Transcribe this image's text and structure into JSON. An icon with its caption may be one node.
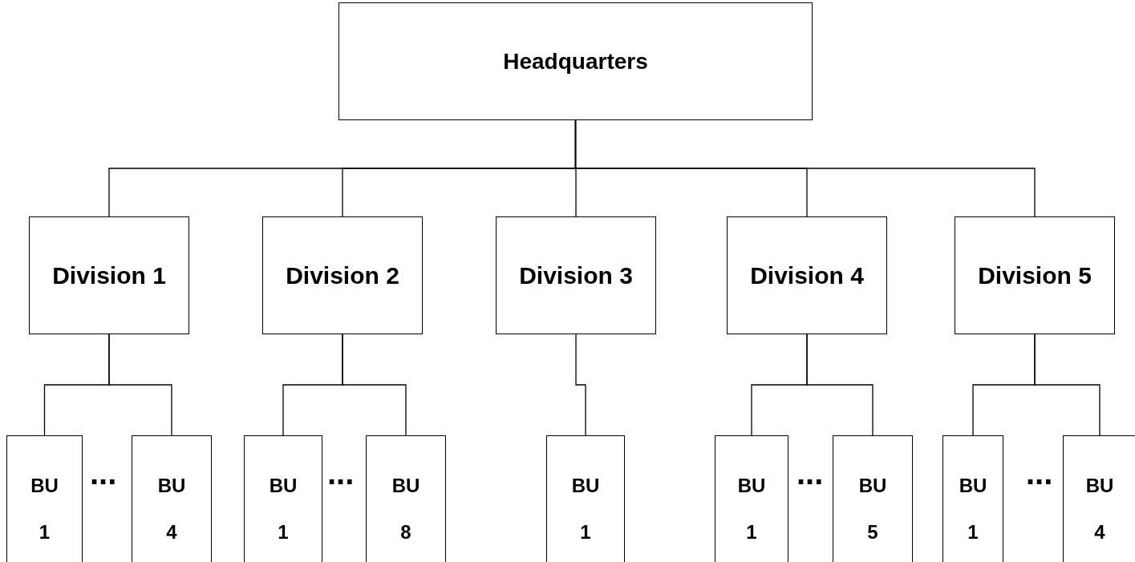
{
  "diagram": {
    "nodes": [
      {
        "text": [
          "Headquarters"
        ]
      },
      {
        "text": [
          "Division 1"
        ]
      },
      {
        "text": [
          "Division 2"
        ]
      },
      {
        "text": [
          "Division 3"
        ]
      },
      {
        "text": [
          "Division 4"
        ]
      },
      {
        "text": [
          "Division 5"
        ]
      },
      {
        "text": [
          "BU",
          "1"
        ]
      },
      {
        "text": [
          "BU",
          "4"
        ]
      },
      {
        "text": [
          "BU",
          "1"
        ]
      },
      {
        "text": [
          "BU",
          "8"
        ]
      },
      {
        "text": [
          "BU",
          "1"
        ]
      },
      {
        "text": [
          "BU",
          "1"
        ]
      },
      {
        "text": [
          "BU",
          "5"
        ]
      },
      {
        "text": [
          "BU",
          "1"
        ]
      },
      {
        "text": [
          "BU",
          "4"
        ]
      }
    ],
    "edges": [
      {
        "from": 0,
        "to": 1,
        "arrow": "none"
      },
      {
        "from": 0,
        "to": 2,
        "arrow": "none"
      },
      {
        "from": 0,
        "to": 3,
        "arrow": "none"
      },
      {
        "from": 0,
        "to": 4,
        "arrow": "none"
      },
      {
        "from": 0,
        "to": 5,
        "arrow": "none"
      },
      {
        "from": 1,
        "to": 6,
        "arrow": "none"
      },
      {
        "from": 1,
        "to": 7,
        "arrow": "none"
      },
      {
        "from": 2,
        "to": 8,
        "arrow": "none"
      },
      {
        "from": 2,
        "to": 9,
        "arrow": "none"
      },
      {
        "from": 3,
        "to": 10,
        "arrow": "none"
      },
      {
        "from": 4,
        "to": 11,
        "arrow": "none"
      },
      {
        "from": 4,
        "to": 12,
        "arrow": "none"
      },
      {
        "from": 5,
        "to": 13,
        "arrow": "none"
      },
      {
        "from": 5,
        "to": 14,
        "arrow": "none"
      }
    ],
    "labels": [
      "...",
      "...",
      "...",
      "..."
    ]
  }
}
